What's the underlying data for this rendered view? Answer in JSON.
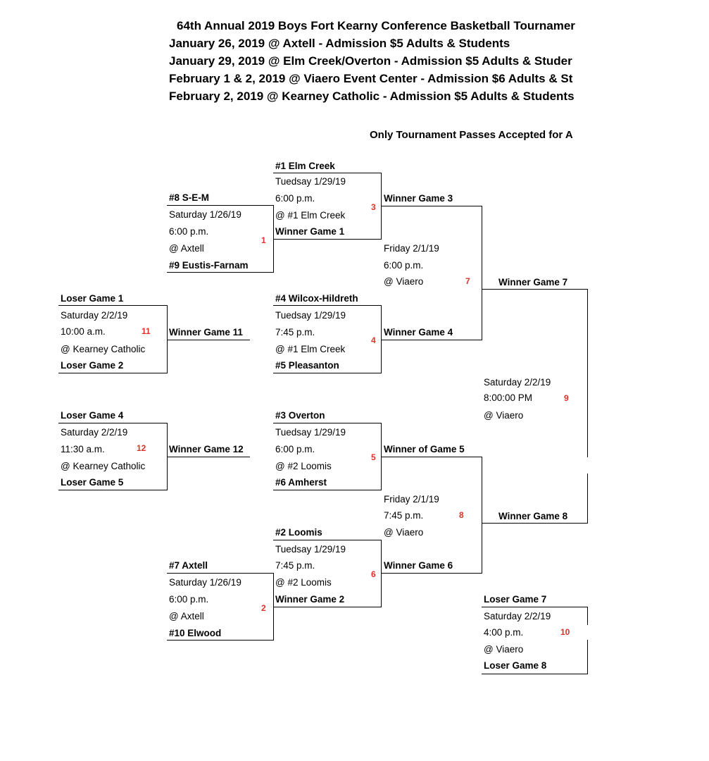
{
  "header": {
    "title": "64th Annual 2019 Boys Fort Kearny Conference Basketball Tournamer",
    "line1": "January 26, 2019 @ Axtell - Admission $5 Adults & Students",
    "line2": "January 29, 2019 @ Elm Creek/Overton - Admission $5 Adults & Studer",
    "line3": "February 1 & 2, 2019 @ Viaero Event Center - Admission $6 Adults & St",
    "line4": "February 2, 2019 @ Kearney Catholic - Admission $5 Adults & Students",
    "passes": "Only Tournament Passes Accepted for A"
  },
  "games": {
    "g1": {
      "top": "#8 S-E-M",
      "date": "Saturday 1/26/19",
      "time": "6:00 p.m.",
      "loc": "@ Axtell",
      "bottom": "#9 Eustis-Farnam",
      "num": "1"
    },
    "g2": {
      "top": "#7 Axtell",
      "date": "Saturday 1/26/19",
      "time": "6:00 p.m.",
      "loc": "@ Axtell",
      "bottom": "#10 Elwood",
      "num": "2"
    },
    "g3": {
      "top": "#1 Elm Creek",
      "date": "Tuedsay 1/29/19",
      "time": "6:00 p.m.",
      "loc": "@ #1 Elm Creek",
      "bottom": "Winner Game 1",
      "num": "3"
    },
    "g4": {
      "top": "#4 Wilcox-Hildreth",
      "date": "Tuedsay 1/29/19",
      "time": "7:45 p.m.",
      "loc": "@ #1 Elm Creek",
      "bottom": "#5 Pleasanton",
      "num": "4"
    },
    "g5": {
      "top": "#3 Overton",
      "date": "Tuedsay 1/29/19",
      "time": "6:00 p.m.",
      "loc": "@ #2 Loomis",
      "bottom": "#6 Amherst",
      "num": "5"
    },
    "g6": {
      "top": "#2 Loomis",
      "date": "Tuedsay 1/29/19",
      "time": "7:45 p.m.",
      "loc": "@ #2 Loomis",
      "bottom": "Winner Game 2",
      "num": "6"
    },
    "g7": {
      "top": "Winner Game 3",
      "date": "Friday 2/1/19",
      "time": "6:00 p.m.",
      "loc": "@ Viaero",
      "bottom": "Winner Game 4",
      "num": "7"
    },
    "g8": {
      "top": "Winner of Game 5",
      "date": "Friday 2/1/19",
      "time": "7:45 p.m.",
      "loc": "@ Viaero",
      "bottom": "Winner Game 6",
      "num": "8"
    },
    "g9": {
      "top": "Winner Game 7",
      "date": "Saturday 2/2/19",
      "time": "8:00:00 PM",
      "loc": "@ Viaero",
      "bottom": "Winner Game 8",
      "num": "9"
    },
    "g10": {
      "top": "Loser Game 7",
      "date": "Saturday 2/2/19",
      "time": "4:00 p.m.",
      "loc": "@ Viaero",
      "bottom": "Loser Game 8",
      "num": "10"
    },
    "g11": {
      "top": "Loser Game 1",
      "date": "Saturday 2/2/19",
      "time": "10:00 a.m.",
      "loc": "@ Kearney Catholic",
      "bottom": "Loser Game 2",
      "num": "11",
      "winner": "Winner Game 11"
    },
    "g12": {
      "top": "Loser Game 4",
      "date": "Saturday 2/2/19",
      "time": "11:30 a.m.",
      "loc": "@ Kearney Catholic",
      "bottom": "Loser Game 5",
      "num": "12",
      "winner": "Winner Game 12"
    }
  }
}
